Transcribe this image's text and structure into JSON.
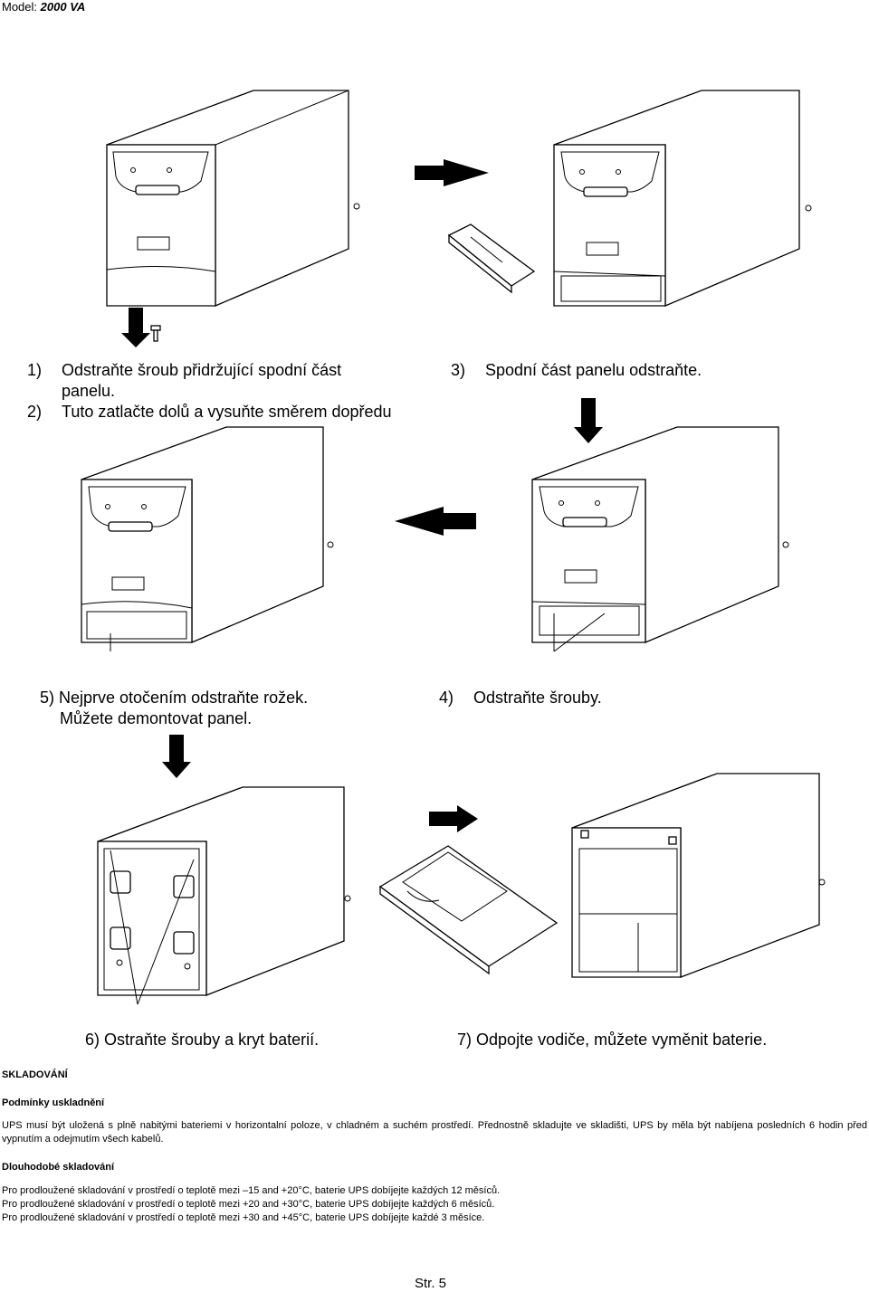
{
  "header": {
    "model_label": "Model:",
    "model_value": "2000 VA"
  },
  "captions": {
    "step1": {
      "num": "1)",
      "text": "Odstraňte šroub přidržující spodní část",
      "cont": "panelu."
    },
    "step2": {
      "num": "2)",
      "text": "Tuto zatlačte dolů a vysuňte směrem dopředu"
    },
    "step3": {
      "num": "3)",
      "text": "Spodní část panelu odstraňte."
    },
    "step5": {
      "line1": "5) Nejprve otočením odstraňte rožek.",
      "line2": "Můžete demontovat panel."
    },
    "step4": {
      "num": "4)",
      "text": "Odstraňte šrouby."
    },
    "step6": {
      "text": "6)  Ostraňte šrouby a kryt baterií."
    },
    "step7": {
      "num": "7)",
      "text": "Odpojte vodiče, můžete vyměnit baterie."
    }
  },
  "storage": {
    "title": "SKLADOVÁNÍ",
    "conditions_heading": "Podmínky uskladnění",
    "conditions_text": "UPS musí být uložená s plně nabitými bateriemi v horizontalní poloze, v chladném a suchém prostředí. Přednostně skladujte ve skladišti, UPS by měla být nabíjena posledních 6 hodin před vypnutím a odejmutím všech kabelů.",
    "long_term_heading": "Dlouhodobé skladování",
    "long_term_lines": [
      "Pro prodloužené skladování v prostředí o teplotě mezi –15 and +20°C, baterie UPS dobíjejte každých 12 měsíců.",
      "Pro prodloužené skladování v prostředí o teplotě mezi +20 and +30°C, baterie UPS dobíjejte každých 6 měsíců.",
      "Pro prodloužené skladování v prostředí o teplotě mezi +30 and +45°C, baterie UPS dobíjejte každé 3 měsíce."
    ]
  },
  "footer": {
    "page": "Str. 5"
  }
}
